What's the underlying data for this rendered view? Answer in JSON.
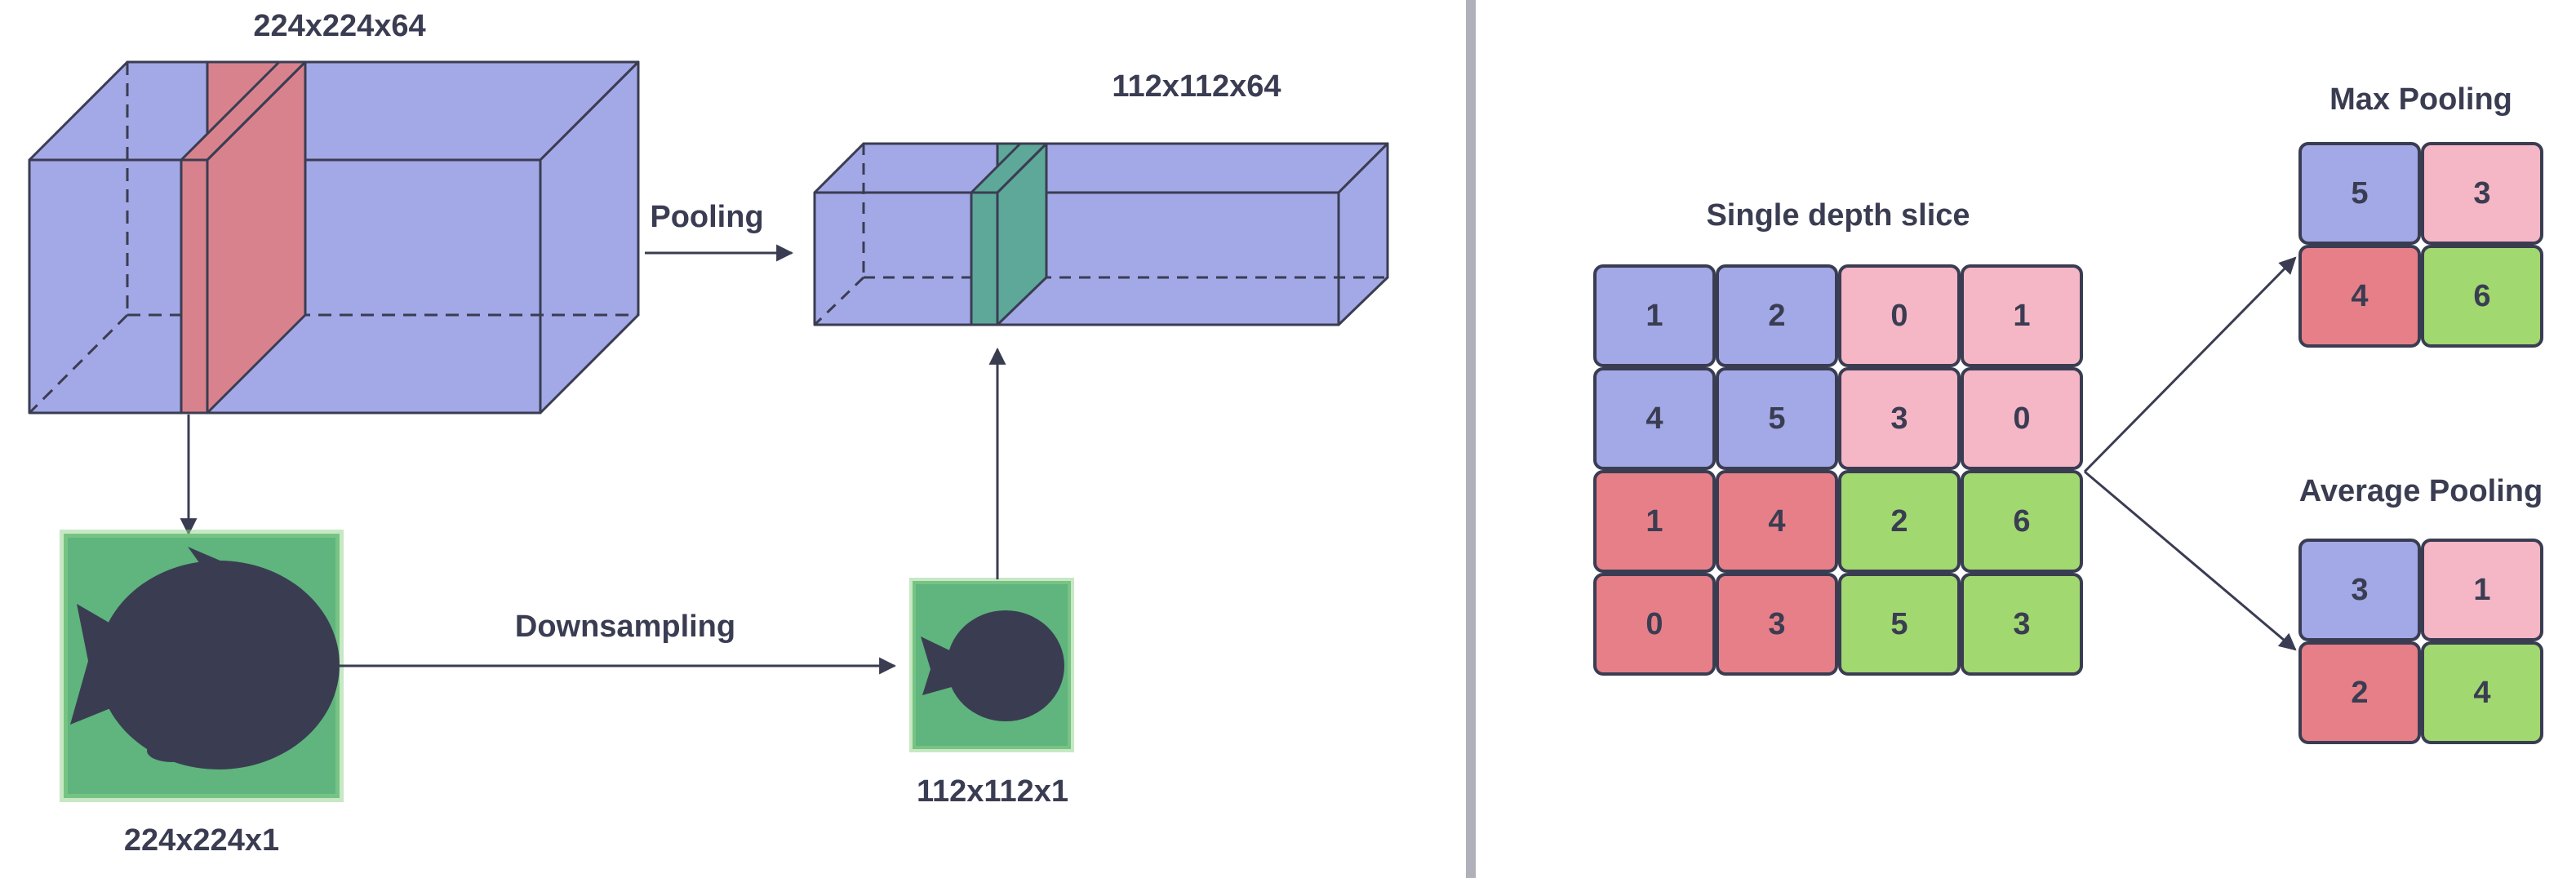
{
  "labels": {
    "input_volume": "224x224x64",
    "pooled_volume": "112x112x64",
    "pooling": "Pooling",
    "downsampling": "Downsampling",
    "input_slice": "224x224x1",
    "output_slice": "112x112x1",
    "single_depth_slice": "Single depth slice",
    "max_pooling": "Max Pooling",
    "average_pooling": "Average Pooling"
  },
  "colors": {
    "volume": "#a3a8e6",
    "slice_red": "#d8828e",
    "slice_teal": "#5ea89a",
    "blue": "#a3a8e6",
    "pink": "#f5b6c6",
    "red": "#e77f88",
    "green": "#a1d86f",
    "stroke": "#3a3d52",
    "divider": "#b0b0bb",
    "fish_bg": "#5fb57d",
    "fish_body": "#3a3d52"
  },
  "grid": {
    "values": [
      [
        1,
        2,
        0,
        1
      ],
      [
        4,
        5,
        3,
        0
      ],
      [
        1,
        4,
        2,
        6
      ],
      [
        0,
        3,
        5,
        3
      ]
    ],
    "colors": [
      [
        "blue",
        "blue",
        "pink",
        "pink"
      ],
      [
        "blue",
        "blue",
        "pink",
        "pink"
      ],
      [
        "red",
        "red",
        "green",
        "green"
      ],
      [
        "red",
        "red",
        "green",
        "green"
      ]
    ]
  },
  "max_pool": {
    "values": [
      [
        5,
        3
      ],
      [
        4,
        6
      ]
    ],
    "colors": [
      [
        "blue",
        "pink"
      ],
      [
        "red",
        "green"
      ]
    ]
  },
  "avg_pool": {
    "values": [
      [
        3,
        1
      ],
      [
        2,
        4
      ]
    ],
    "colors": [
      [
        "blue",
        "pink"
      ],
      [
        "red",
        "green"
      ]
    ]
  }
}
